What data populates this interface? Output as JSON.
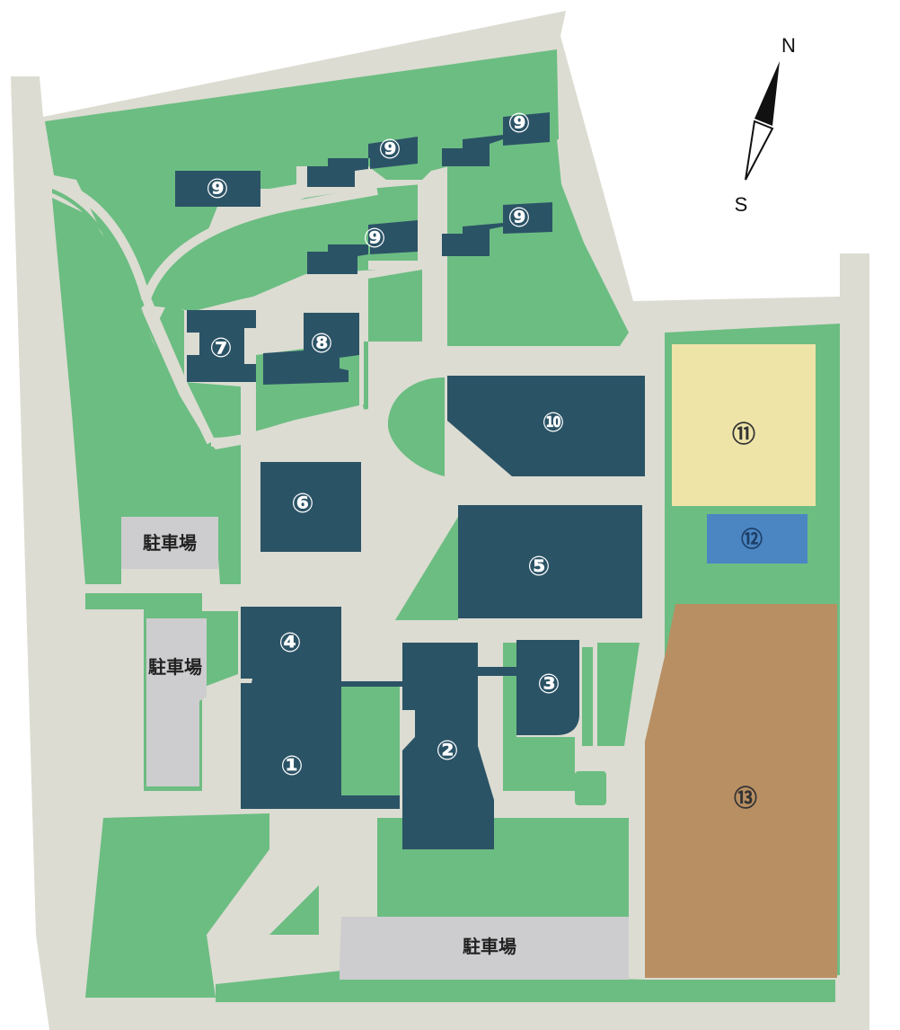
{
  "colors": {
    "road": "#dcdcd2",
    "green": "#6cbd82",
    "building": "#2b5366",
    "parking": "#cdcdcf",
    "field11": "#efe4a8",
    "pool12": "#4b85c2",
    "ground13": "#b88f63",
    "arrow": "#111111"
  },
  "compass": {
    "north": "N",
    "south": "S"
  },
  "parking": {
    "label_a": "駐車場",
    "label_b": "駐車場",
    "label_c": "駐車場"
  },
  "buildings": {
    "b1": "①",
    "b2": "②",
    "b3": "③",
    "b4": "④",
    "b5": "⑤",
    "b6": "⑥",
    "b7": "⑦",
    "b8": "⑧",
    "b9a": "⑨",
    "b9b": "⑨",
    "b9c": "⑨",
    "b9d": "⑨",
    "b9e": "⑨",
    "b10": "⑩",
    "b11": "⑪",
    "b12": "⑫",
    "b13": "⑬"
  }
}
